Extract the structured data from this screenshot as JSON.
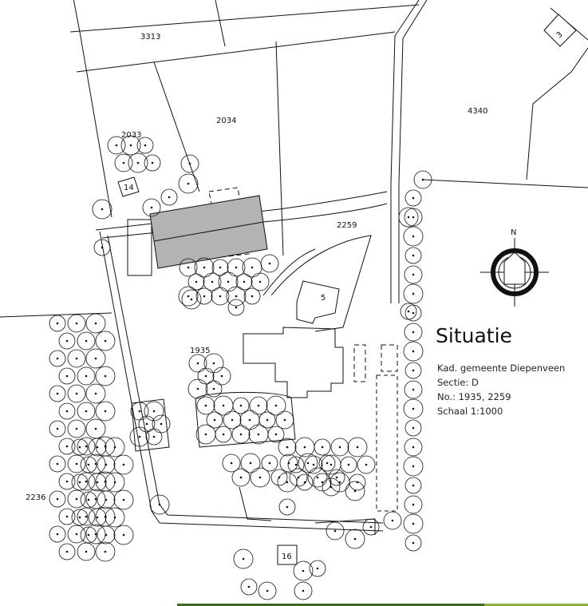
{
  "parcels": {
    "p3313": "3313",
    "p2034": "2034",
    "p2033": "2033",
    "p4340": "4340",
    "p2259": "2259",
    "p1935": "1935",
    "p2236": "2236"
  },
  "house_numbers": {
    "h3": "3",
    "h14": "14",
    "h5": "5",
    "h16": "16"
  },
  "compass": {
    "north_label": "N"
  },
  "legend": {
    "title": "Situatie",
    "line1": "Kad. gemeente Diepenveen",
    "line2": "Sectie: D",
    "line3": "No.: 1935, 2259",
    "line4": "Schaal 1:1000"
  },
  "colors": {
    "ink": "#111111",
    "shed_fill": "#b3b3b3",
    "footer_dark": "#3b6b1f",
    "footer_light": "#8bb33a"
  }
}
